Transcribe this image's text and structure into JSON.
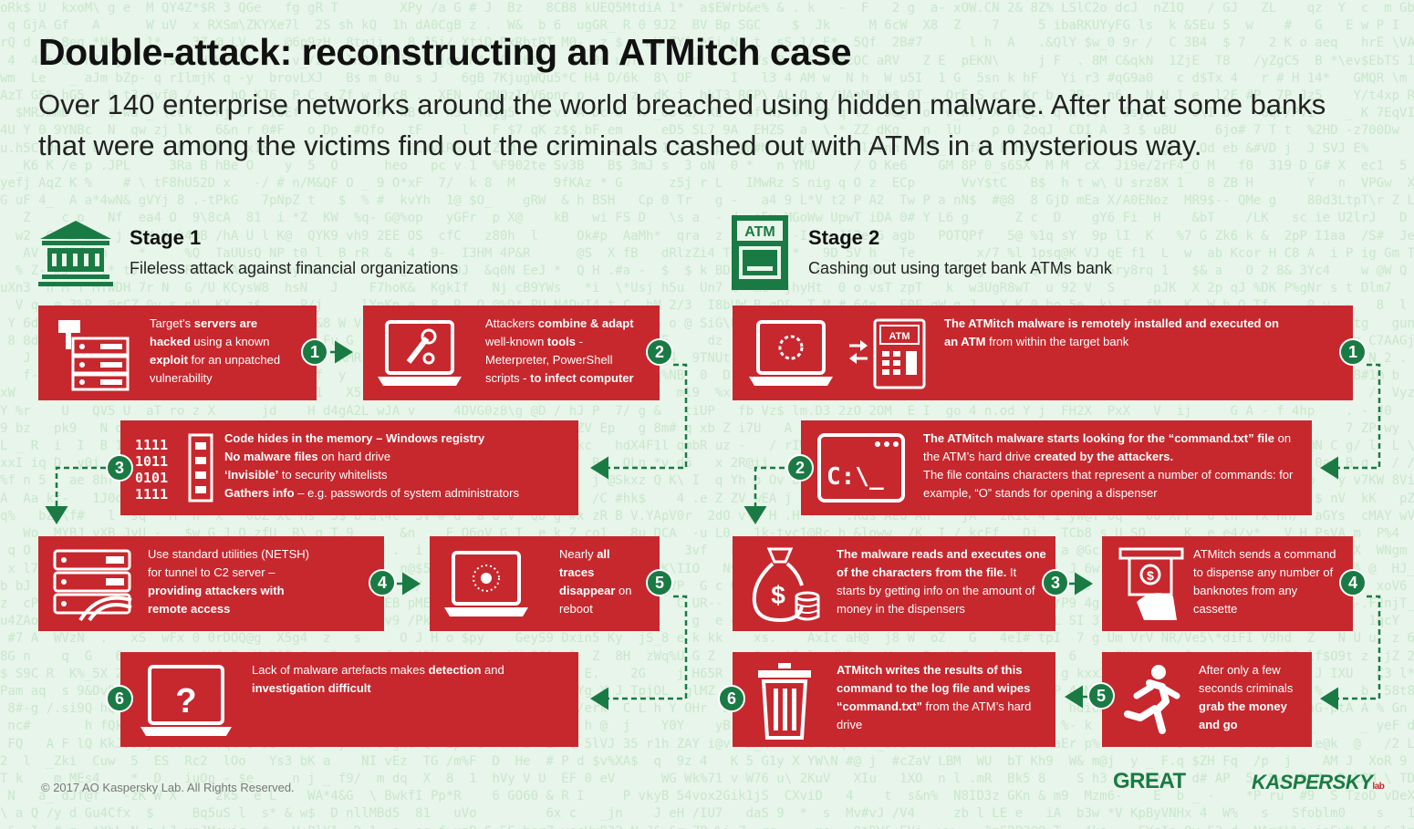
{
  "title": "Double-attack: reconstructing an ATMitch case",
  "subtitle": "Over 140 enterprise networks around the world breached using hidden malware. After that some banks that were among the victims find out the criminals cashed out with ATMs in a mysterious way.",
  "stage1": {
    "title": "Stage 1",
    "subtitle": "Fileless attack against financial organizations",
    "icon": "bank-icon",
    "steps": [
      {
        "num": "1",
        "icon": "server-axe-icon",
        "html": "Target's <b>servers are hacked</b> using a known <b>exploit</b> for an unpatched vulnerability"
      },
      {
        "num": "2",
        "icon": "laptop-tools-icon",
        "html": "Attackers <b>combine &amp; adapt</b> well-known <b>tools</b> - Meterpreter, PowerShell scripts - <b>to infect computer</b>"
      },
      {
        "num": "3",
        "icon": "binary-memory-icon",
        "html": "<b>Code hides in the memory – Windows registry</b><br><b>No malware files</b> on hard drive<br><b>‘Invisible’</b> to security whitelists<br><b>Gathers info</b> – e.g. passwords of system administrators"
      },
      {
        "num": "4",
        "icon": "server-tunnel-icon",
        "html": "Use standard utilities (NETSH) for tunnel to C2 server – <b>providing attackers with remote access</b>"
      },
      {
        "num": "5",
        "icon": "laptop-vanish-icon",
        "html": "Nearly <b>all traces disappear</b> on reboot"
      },
      {
        "num": "6",
        "icon": "laptop-question-icon",
        "html": "Lack of malware artefacts makes <b>detection</b> and <b>investigation difficult</b>"
      }
    ]
  },
  "stage2": {
    "title": "Stage 2",
    "subtitle": "Cashing out using target bank ATMs bank",
    "icon": "atm-icon",
    "steps": [
      {
        "num": "1",
        "icon": "laptop-to-atm-icon",
        "html": "<b>The ATMitch malware is remotely installed and executed on an ATM</b> from within the target bank"
      },
      {
        "num": "2",
        "icon": "command-prompt-icon",
        "html": "<b>The ATMitch malware starts looking for the “command.txt” file</b> on the ATM’s hard drive <b>created by the attackers.</b><br>The file contains characters that represent a number of commands: for example, “O” stands for opening a dispenser"
      },
      {
        "num": "3",
        "icon": "money-bag-icon",
        "html": "<b>The malware reads and executes one of the characters from the file.</b> It starts by getting info on the amount of money in the dispensers"
      },
      {
        "num": "4",
        "icon": "cash-dispense-icon",
        "html": "ATMitch sends a command to dispense any number of banknotes from any cassette"
      },
      {
        "num": "5",
        "icon": "running-man-icon",
        "html": "After only a few seconds criminals <b>grab the money and go</b>"
      },
      {
        "num": "6",
        "icon": "trash-icon",
        "html": "<b>ATMitch writes the results of this command to the log file and wipes “command.txt”</b> from the ATM’s hard drive"
      }
    ]
  },
  "footer": {
    "copyright": "© 2017 AO Kaspersky Lab. All Rights Reserved.",
    "logo_great": "GREAT",
    "logo_kaspersky": "KASPERSKY",
    "logo_lab": "lab"
  },
  "colors": {
    "red": "#c6282e",
    "green": "#1a7a44",
    "background": "#e8f5ea"
  }
}
